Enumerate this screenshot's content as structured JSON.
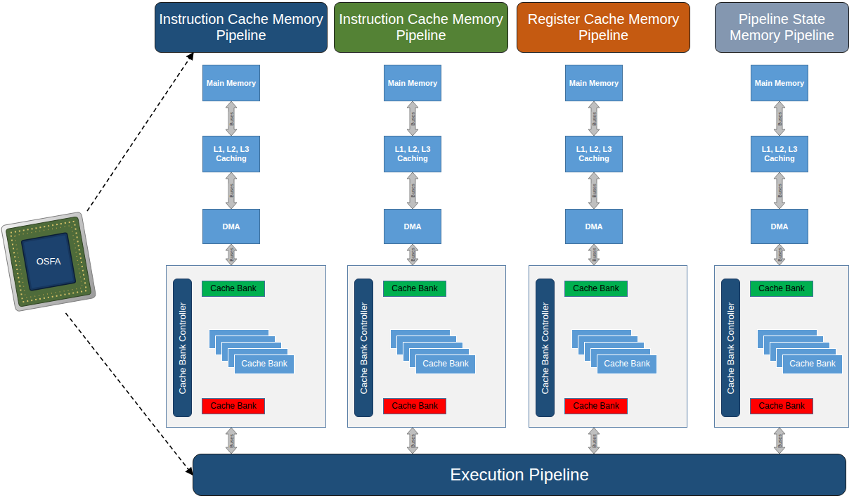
{
  "diagram": {
    "nodes": [
      {
        "text": [
          "OSFA"
        ]
      },
      {
        "text": [
          "Instruction Cache Memory Pipeline"
        ]
      },
      {
        "text": [
          "Main Memory"
        ]
      },
      {
        "text": [
          "L1, L2, L3 Caching"
        ]
      },
      {
        "text": [
          "DMA"
        ]
      },
      {
        "text": []
      },
      {
        "text": [
          "Cache Bank Controller"
        ],
        "in": 5
      },
      {
        "text": [
          "Cache Bank"
        ],
        "in": 5
      },
      {
        "text": [
          "Cache Bank"
        ],
        "in": 5
      },
      {
        "text": [
          "Cache Bank"
        ],
        "in": 5
      },
      {
        "text": [
          "Instruction Cache Memory Pipeline"
        ]
      },
      {
        "text": [
          "Main Memory"
        ]
      },
      {
        "text": [
          "L1, L2, L3 Caching"
        ]
      },
      {
        "text": [
          "DMA"
        ]
      },
      {
        "text": []
      },
      {
        "text": [
          "Cache Bank Controller"
        ],
        "in": 14
      },
      {
        "text": [
          "Cache Bank"
        ],
        "in": 14
      },
      {
        "text": [
          "Cache Bank"
        ],
        "in": 14
      },
      {
        "text": [
          "Cache Bank"
        ],
        "in": 14
      },
      {
        "text": [
          "Register Cache Memory Pipeline"
        ]
      },
      {
        "text": [
          "Main Memory"
        ]
      },
      {
        "text": [
          "L1, L2, L3 Caching"
        ]
      },
      {
        "text": [
          "DMA"
        ]
      },
      {
        "text": []
      },
      {
        "text": [
          "Cache Bank Controller"
        ],
        "in": 23
      },
      {
        "text": [
          "Cache Bank"
        ],
        "in": 23
      },
      {
        "text": [
          "Cache Bank"
        ],
        "in": 23
      },
      {
        "text": [
          "Cache Bank"
        ],
        "in": 23
      },
      {
        "text": [
          "Pipeline State Memory Pipeline"
        ]
      },
      {
        "text": [
          "Main Memory"
        ]
      },
      {
        "text": [
          "L1, L2, L3 Caching"
        ]
      },
      {
        "text": [
          "DMA"
        ]
      },
      {
        "text": []
      },
      {
        "text": [
          "Cache Bank Controller"
        ],
        "in": 32
      },
      {
        "text": [
          "Cache Bank"
        ],
        "in": 32
      },
      {
        "text": [
          "Cache Bank"
        ],
        "in": 32
      },
      {
        "text": [
          "Cache Bank"
        ],
        "in": 32
      },
      {
        "text": [
          "Execution Pipeline"
        ]
      }
    ],
    "edges": [
      {
        "from": 0,
        "to": 1,
        "arrow": "to"
      },
      {
        "from": 0,
        "to": 37,
        "arrow": "to"
      },
      {
        "from": 2,
        "to": 3,
        "label": "Buses",
        "arrow": "both"
      },
      {
        "from": 3,
        "to": 4,
        "label": "Buses",
        "arrow": "both"
      },
      {
        "from": 4,
        "to": 5,
        "label": "Buses",
        "arrow": "both"
      },
      {
        "from": 5,
        "to": 37,
        "label": "Buses",
        "arrow": "both"
      },
      {
        "from": 11,
        "to": 12,
        "label": "Buses",
        "arrow": "both"
      },
      {
        "from": 12,
        "to": 13,
        "label": "Buses",
        "arrow": "both"
      },
      {
        "from": 13,
        "to": 14,
        "label": "Buses",
        "arrow": "both"
      },
      {
        "from": 14,
        "to": 37,
        "label": "Buses",
        "arrow": "both"
      },
      {
        "from": 20,
        "to": 21,
        "label": "Buses",
        "arrow": "both"
      },
      {
        "from": 21,
        "to": 22,
        "label": "Buses",
        "arrow": "both"
      },
      {
        "from": 22,
        "to": 23,
        "label": "Buses",
        "arrow": "both"
      },
      {
        "from": 23,
        "to": 37,
        "label": "Buses",
        "arrow": "both"
      },
      {
        "from": 29,
        "to": 30,
        "label": "Buses",
        "arrow": "both"
      },
      {
        "from": 30,
        "to": 31,
        "label": "Buses",
        "arrow": "both"
      },
      {
        "from": 31,
        "to": 32,
        "label": "Buses",
        "arrow": "both"
      },
      {
        "from": 32,
        "to": 37,
        "label": "Buses",
        "arrow": "both"
      }
    ]
  }
}
